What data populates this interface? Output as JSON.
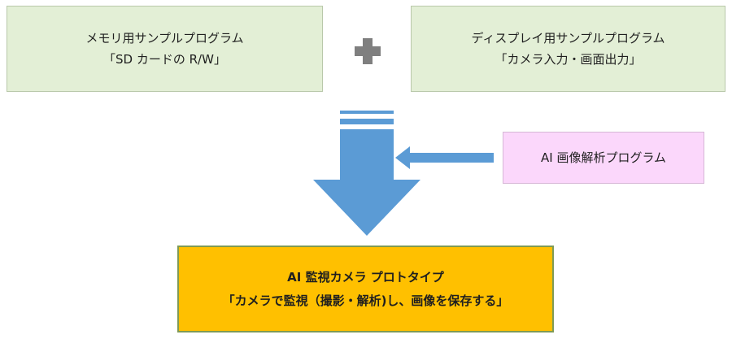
{
  "boxes": {
    "memory": {
      "line1": "メモリ用サンプルプログラム",
      "line2": "「SD カードの R/W」"
    },
    "display": {
      "line1": "ディスプレイ用サンプルプログラム",
      "line2": "「カメラ入力・画面出力」"
    },
    "ai": {
      "label": "AI 画像解析プログラム"
    },
    "result": {
      "line1": "AI 監視カメラ プロトタイプ",
      "line2": "「カメラで監視（撮影・解析)し、画像を保存する」"
    }
  },
  "icons": {
    "plus": "plus-icon",
    "down_arrow": "down-arrow-icon",
    "left_arrow": "left-arrow-icon"
  },
  "colors": {
    "green_box": "#e3efd6",
    "pink_box": "#fbd7fb",
    "result_box": "#ffc000",
    "arrow": "#5b9bd5",
    "plus": "#7f7f7f"
  }
}
